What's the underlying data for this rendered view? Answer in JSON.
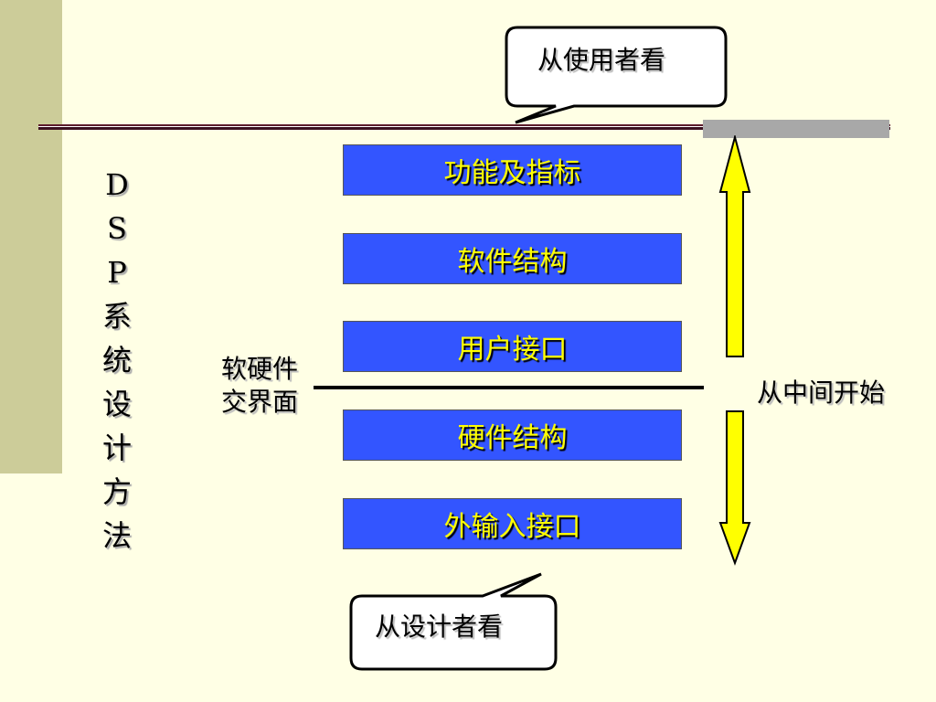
{
  "title_chars": [
    "D",
    "S",
    "P",
    "系",
    "统",
    "设",
    "计",
    "方",
    "法"
  ],
  "layers": [
    "功能及指标",
    "软件结构",
    "用户接口",
    "硬件结构",
    "外输入接口"
  ],
  "interface_label_line1": "软硬件",
  "interface_label_line2": "交界面",
  "start_label": "从中间开始",
  "callout_user": "从使用者看",
  "callout_designer": "从设计者看",
  "colors": {
    "background": "#FFFFE5",
    "sidebar": "#CCCC99",
    "layer_fill": "#3355FF",
    "layer_text": "#FFFF00",
    "arrow_fill": "#FFFF00"
  }
}
